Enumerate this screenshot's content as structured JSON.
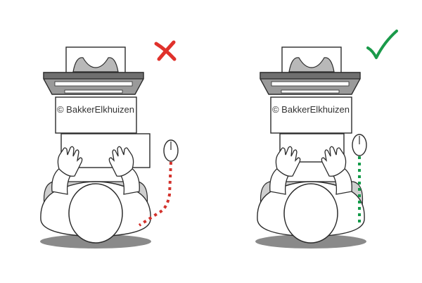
{
  "watermark": "© BakkerElkhuizen",
  "panels": [
    {
      "id": "wrong",
      "verdict": "cross-icon",
      "verdict_color": "#e0312b",
      "path_color": "#d3322c"
    },
    {
      "id": "right",
      "verdict": "check-icon",
      "verdict_color": "#1a9a4a",
      "path_color": "#139a48"
    }
  ],
  "colors": {
    "outline": "#2b2b2b",
    "body_fill": "#ffffff",
    "shadow": "#8a8a8a",
    "monitor_dark": "#6f6f6f",
    "monitor_mid": "#9a9a9a",
    "stand": "#b8b8b8",
    "chair": "#cfcfcf"
  }
}
